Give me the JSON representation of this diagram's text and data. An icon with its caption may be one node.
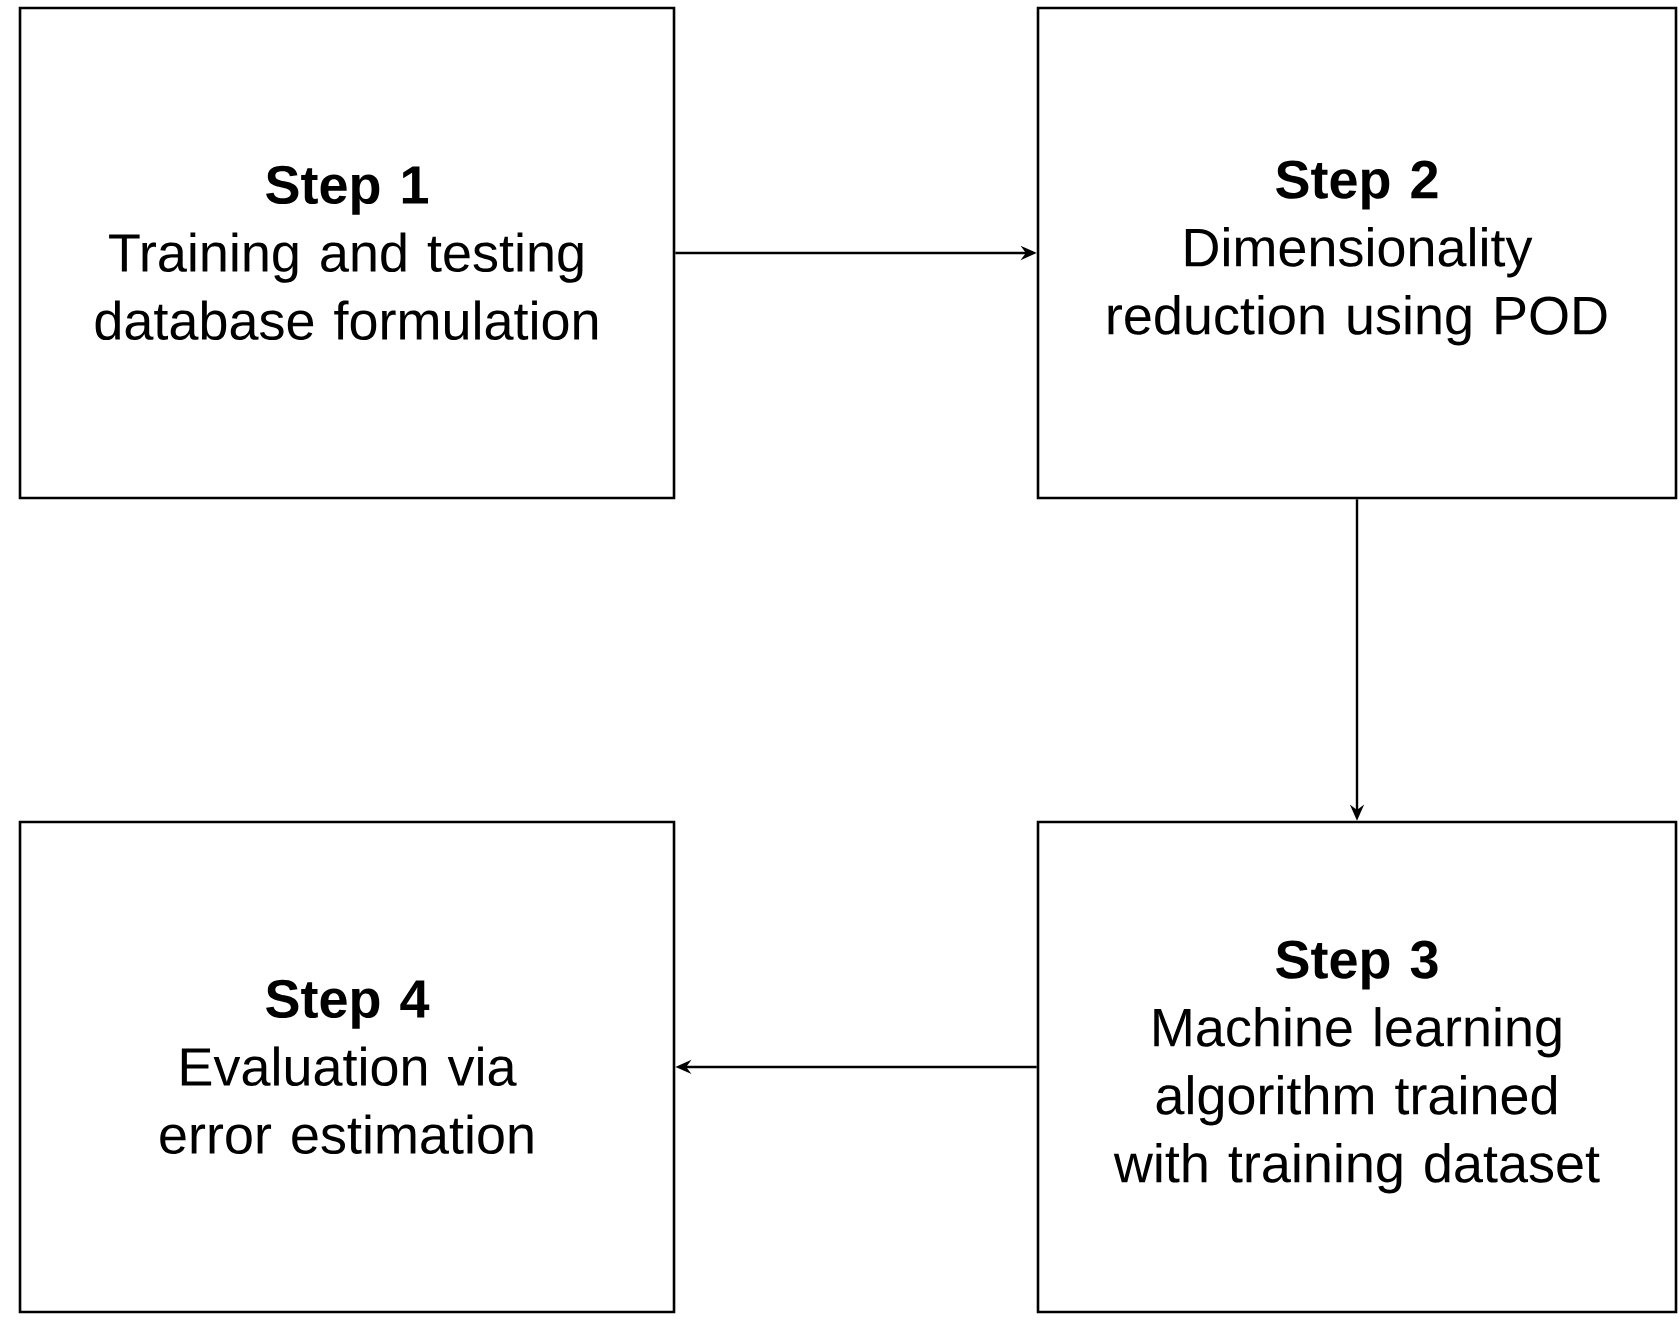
{
  "diagram": {
    "nodes": [
      {
        "text": [
          "Step 1",
          "Training and testing database formulation"
        ]
      },
      {
        "text": [
          "Step 2",
          "Dimensionality reduction using POD"
        ]
      },
      {
        "text": [
          "Step 3",
          "Machine learning algorithm trained with training dataset"
        ]
      },
      {
        "text": [
          "Step 4",
          "Evaluation via error estimation"
        ]
      }
    ],
    "edges": [
      {
        "from": 0,
        "to": 1,
        "arrow": "to"
      },
      {
        "from": 1,
        "to": 2,
        "arrow": "to"
      },
      {
        "from": 2,
        "to": 3,
        "arrow": "to"
      }
    ]
  }
}
